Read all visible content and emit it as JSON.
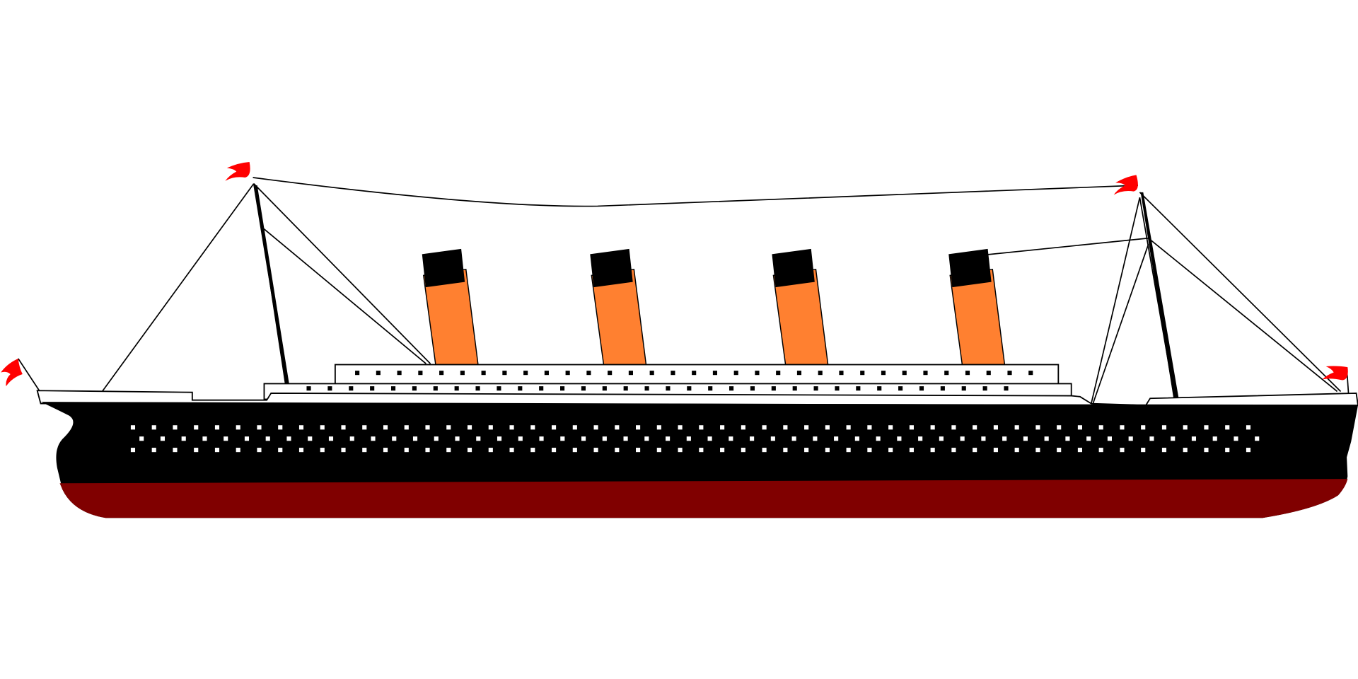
{
  "colors": {
    "background": "#ffffff",
    "hull": "#000000",
    "hull_bottom": "#800000",
    "funnel": "#ff8030",
    "funnel_cap": "#000000",
    "superstructure": "#ffffff",
    "outline": "#000000",
    "flag": "#ff0000",
    "porthole_light": "#ffffff",
    "window_dark": "#000000"
  },
  "illustration": {
    "subject_icon": "ship-icon",
    "funnel_count": 4,
    "mast_count": 2,
    "flag_count": 4
  }
}
